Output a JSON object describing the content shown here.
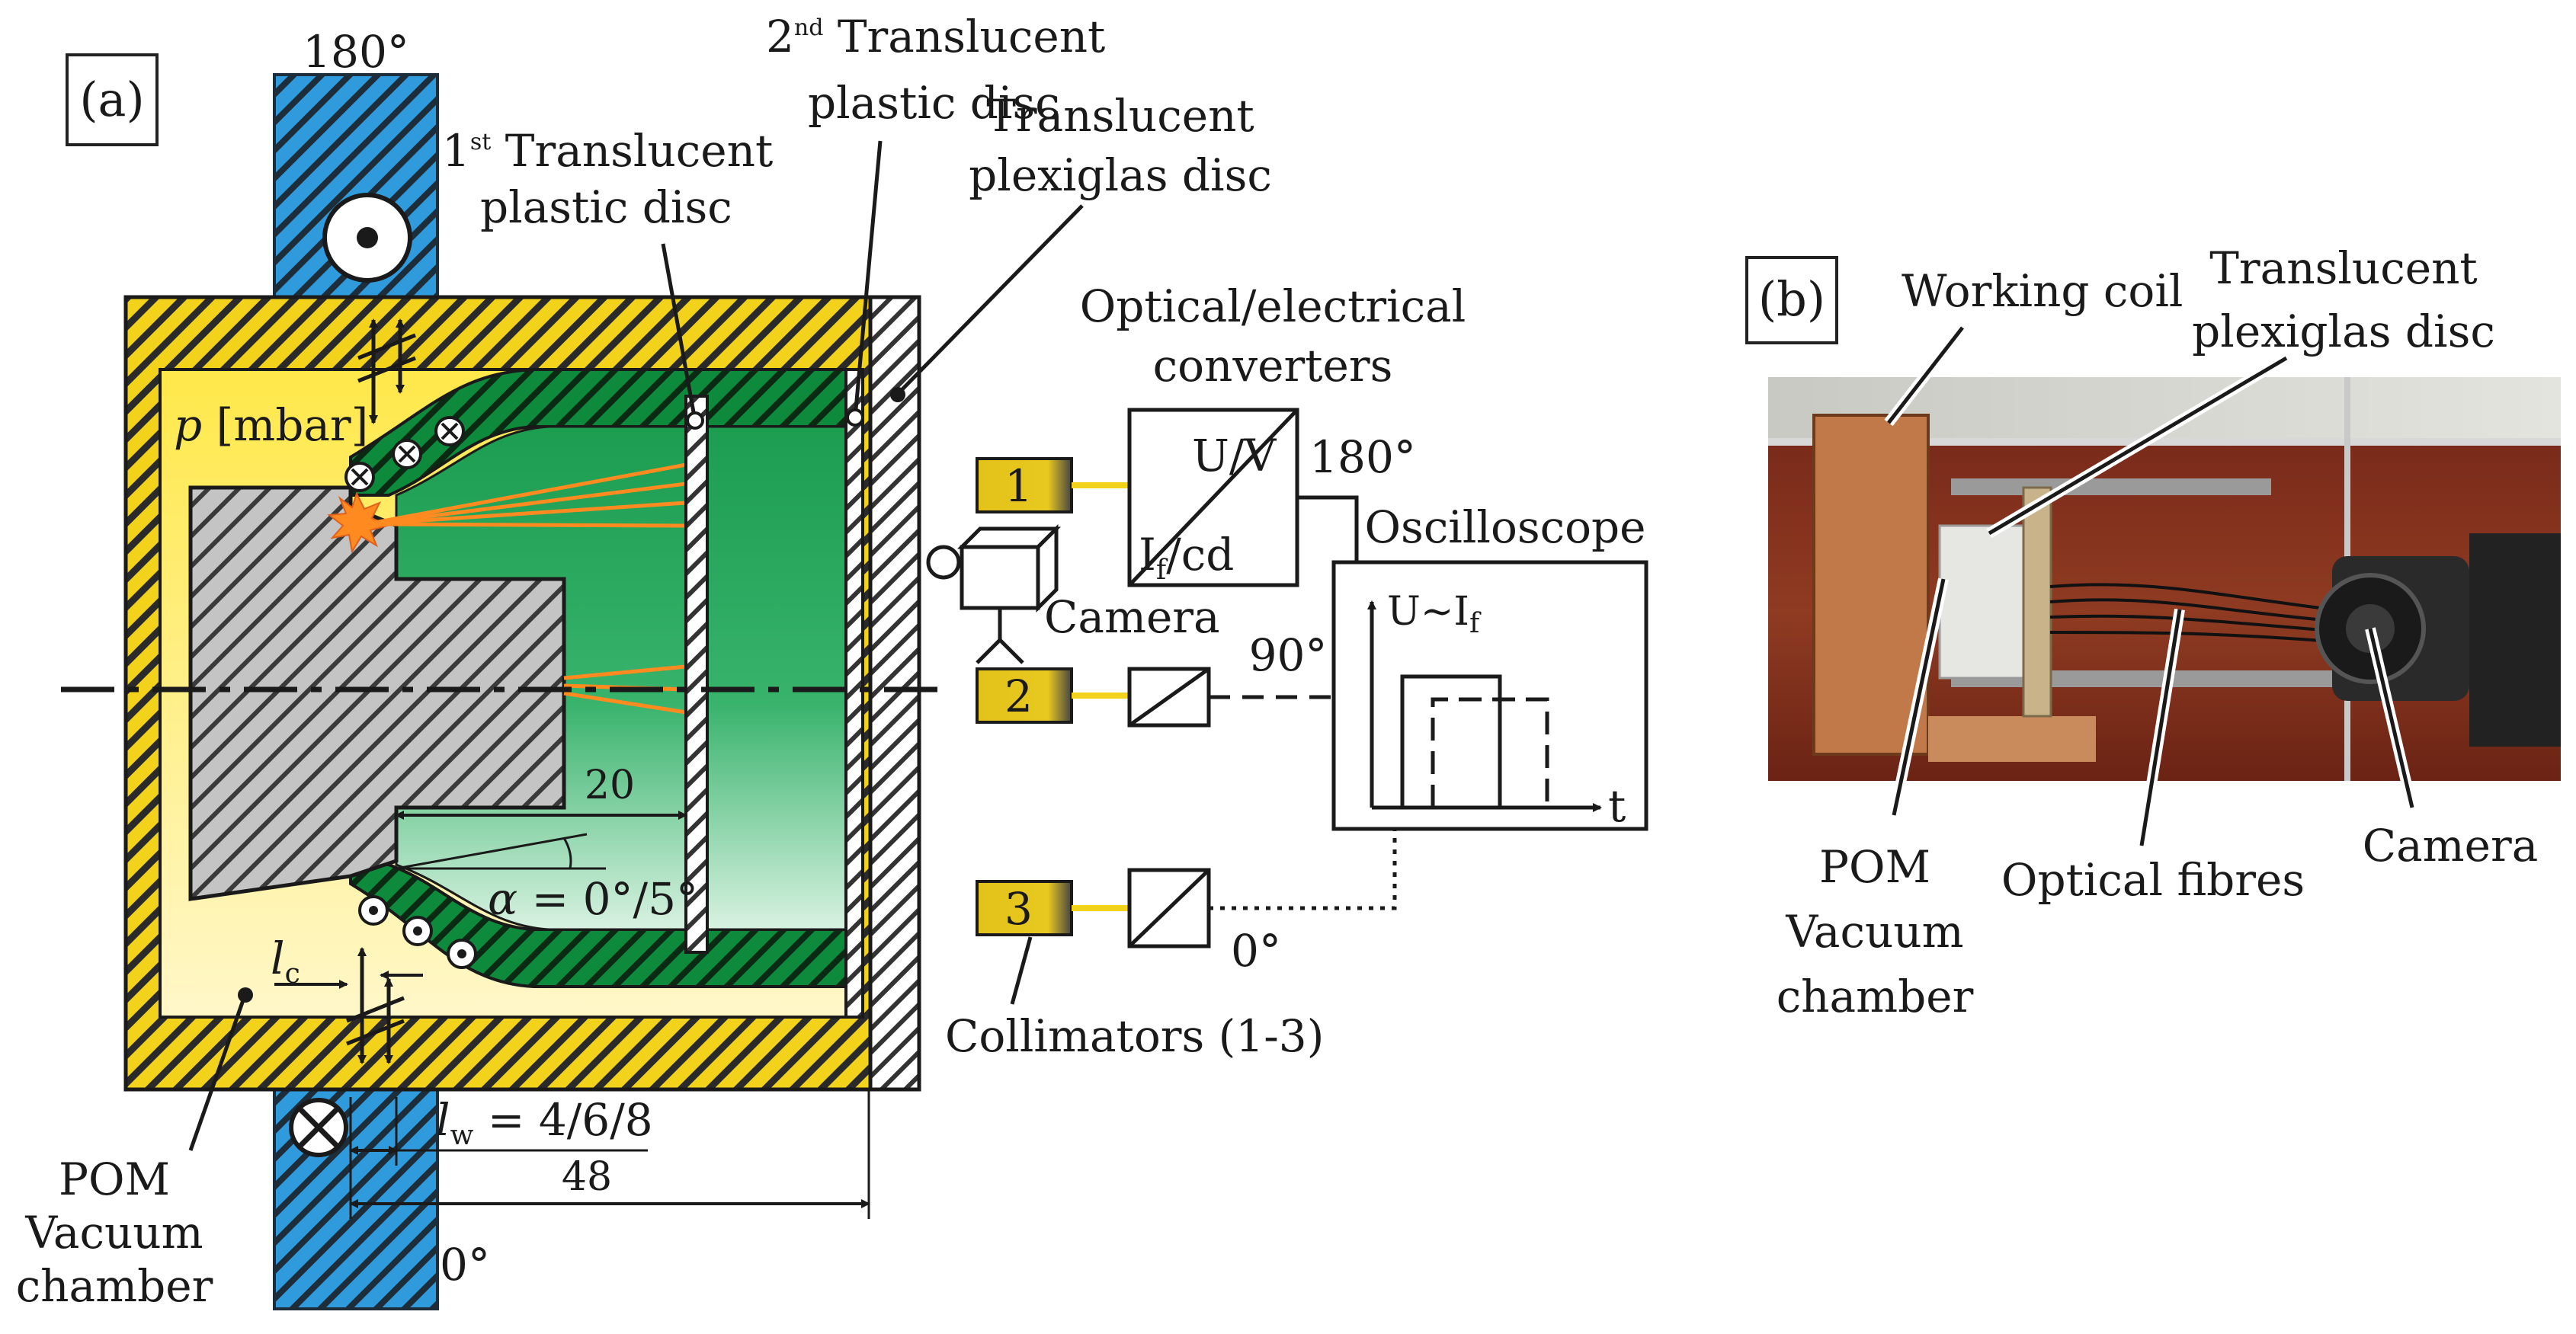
{
  "panel_a": {
    "tag": "(a)",
    "angle_top": "180°",
    "angle_bottom": "0°",
    "first_disc_line1_pre": "1",
    "first_disc_line1_sup": "st",
    "first_disc_line1_post": " Translucent",
    "first_disc_line2": "plastic disc",
    "second_disc_line1_pre": "2",
    "second_disc_line1_sup": "nd",
    "second_disc_line1_post": " Translucent",
    "second_disc_line2": "plastic disc",
    "plexi_line1": "Translucent",
    "plexi_line2": "plexiglas disc",
    "pressure_var": "p",
    "pressure_unit": " [mbar]",
    "dim_20": "20",
    "alpha_var": "α",
    "alpha_val": " = 0°/5°",
    "lc_var": "l",
    "lc_sub": "c",
    "lw_var": "l",
    "lw_sub": "w",
    "lw_val": " = 4/6/8",
    "dim_48": "48",
    "pom_line1": "POM",
    "pom_line2": "Vacuum",
    "pom_line3": "chamber",
    "converters_line1": "Optical/electrical",
    "converters_line2": "converters",
    "conv_uv": "U/V",
    "conv_if": "I",
    "conv_if_sub": "f",
    "conv_cd": "/cd",
    "camera": "Camera",
    "collimator_1": "1",
    "collimator_2": "2",
    "collimator_3": "3",
    "ch_180": "180°",
    "ch_90": "90°",
    "ch_0": "0°",
    "oscilloscope": "Oscilloscope",
    "osc_axis_y": "U~I",
    "osc_axis_y_sub": "f",
    "osc_axis_x": "t",
    "collimators": "Collimators (1-3)"
  },
  "panel_b": {
    "tag": "(b)",
    "working_coil": "Working coil",
    "plexi_line1": "Translucent",
    "plexi_line2": "plexiglas disc",
    "pom_line1": "POM",
    "pom_line2": "Vacuum",
    "pom_line3": "chamber",
    "optical_fibres": "Optical fibres",
    "camera": "Camera"
  },
  "colors": {
    "yellow": "#f2d21b",
    "light_yellow": "#fff6b0",
    "blue": "#2f9bdc",
    "green_dark": "#0e8a3c",
    "green_mid": "#2bb266",
    "green_light": "#c9ecd4",
    "orange": "#ff8a1f",
    "grey_hatch": "#b9b9b9"
  }
}
